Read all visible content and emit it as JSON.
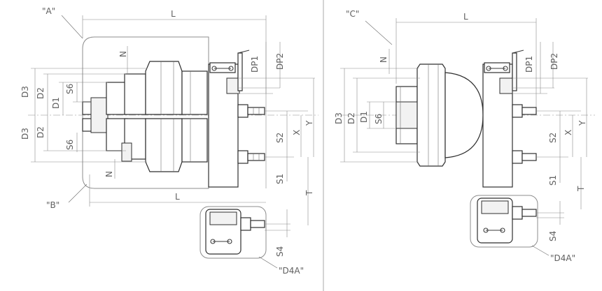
{
  "labels": {
    "view_a": "\"A\"",
    "view_b": "\"B\"",
    "view_c": "\"C\"",
    "view_d4a_left": "\"D4A\"",
    "view_d4a_right": "\"D4A\"",
    "L": "L",
    "N": "N",
    "D1": "D1",
    "D2": "D2",
    "D3": "D3",
    "S1": "S1",
    "S2": "S2",
    "S4": "S4",
    "S6": "S6",
    "DP1": "DP1",
    "DP2": "DP2",
    "X": "X",
    "Y": "Y",
    "T": "T"
  },
  "colors": {
    "line": "#3a3a3a",
    "dimension": "#8a8a8a",
    "outline_box": "#8c8c8c",
    "text": "#606060"
  }
}
